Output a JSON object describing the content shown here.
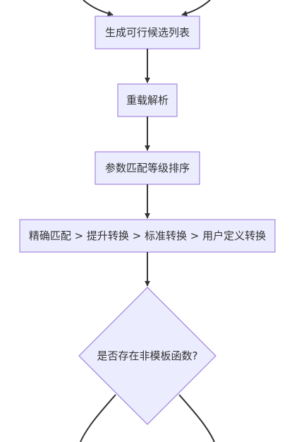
{
  "nodes": {
    "generate_candidates": "生成可行候选列表",
    "overload_resolution": "重载解析",
    "rank_params": "参数匹配等级排序",
    "conversion_order": "精确匹配 > 提升转换 > 标准转换 > 用户定义转换",
    "has_non_template": "是否存在非模板函数?"
  },
  "colors": {
    "node_fill": "#ECECFF",
    "node_stroke": "#9370DB",
    "edge": "#333333",
    "text": "#333333"
  }
}
